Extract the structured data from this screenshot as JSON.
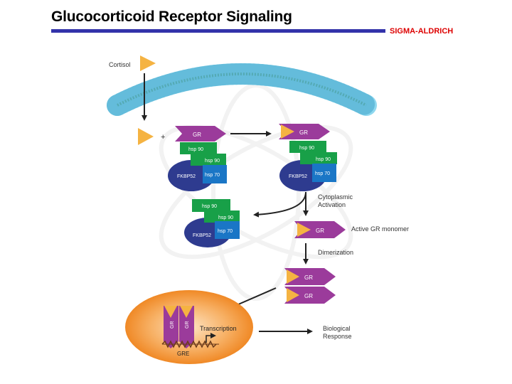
{
  "slide": {
    "title": "Glucocorticoid Receptor Signaling",
    "brand": "SIGMA-ALDRICH"
  },
  "diagram": {
    "cortisol": "Cortisol",
    "plus": "+",
    "gr": "GR",
    "hsp90": "hsp 90",
    "hsp70": "hsp 70",
    "fkbp52": "FKBP52",
    "cytoplasmic_activation": [
      "Cytoplasmic",
      "Activation"
    ],
    "active_gr_monomer": "Active GR monomer",
    "dimerization": "Dimerization",
    "transcription": "Transcription",
    "gre": "GRE",
    "biological_response": [
      "Biological",
      "Response"
    ]
  },
  "colors": {
    "title_bar": "#3333aa",
    "brand_text": "#dd0000",
    "gr_purple": "#9b3b9b",
    "ligand_yellow": "#f5b342",
    "hsp90_green": "#18a048",
    "hsp70_blue": "#1a76c6",
    "fkbp52_navy": "#2e3b8f",
    "membrane_blue": "#7ccfea",
    "nucleus_orange": "#f28a1c"
  }
}
